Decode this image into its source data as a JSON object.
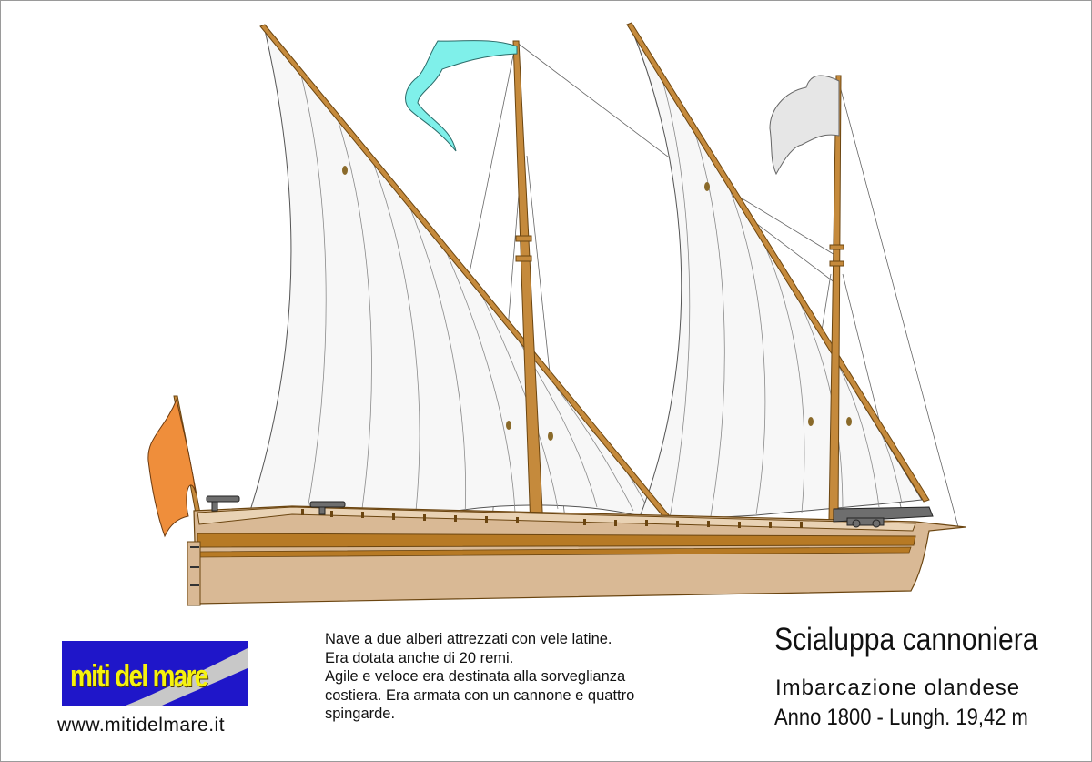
{
  "logo": {
    "text": "miti del mare",
    "colors": {
      "background": "#1f16c9",
      "text": "#f5f20f",
      "swoosh": "#c8c8c8"
    }
  },
  "website": "www.mitidelmare.it",
  "description": {
    "lines": [
      "Nave a due alberi attrezzati con vele latine.",
      "Era dotata anche di 20 remi.",
      "Agile e veloce era destinata alla sorveglianza",
      "costiera. Era armata con un cannone e quattro",
      "spingarde."
    ]
  },
  "title": "Scialuppa cannoniera",
  "subtitle": "Imbarcazione olandese",
  "specs": "Anno 1800 - Lungh. 19,42 m",
  "colors": {
    "hull": "#d9b995",
    "wale": "#b77a25",
    "spar": "#c58a3c",
    "sail": "#f7f7f7",
    "stern_flag": "#ef8e3b",
    "main_pennant": "#7ff0ea",
    "fore_pennant": "#e6e6e6",
    "cannon": "#6e6e6e"
  }
}
